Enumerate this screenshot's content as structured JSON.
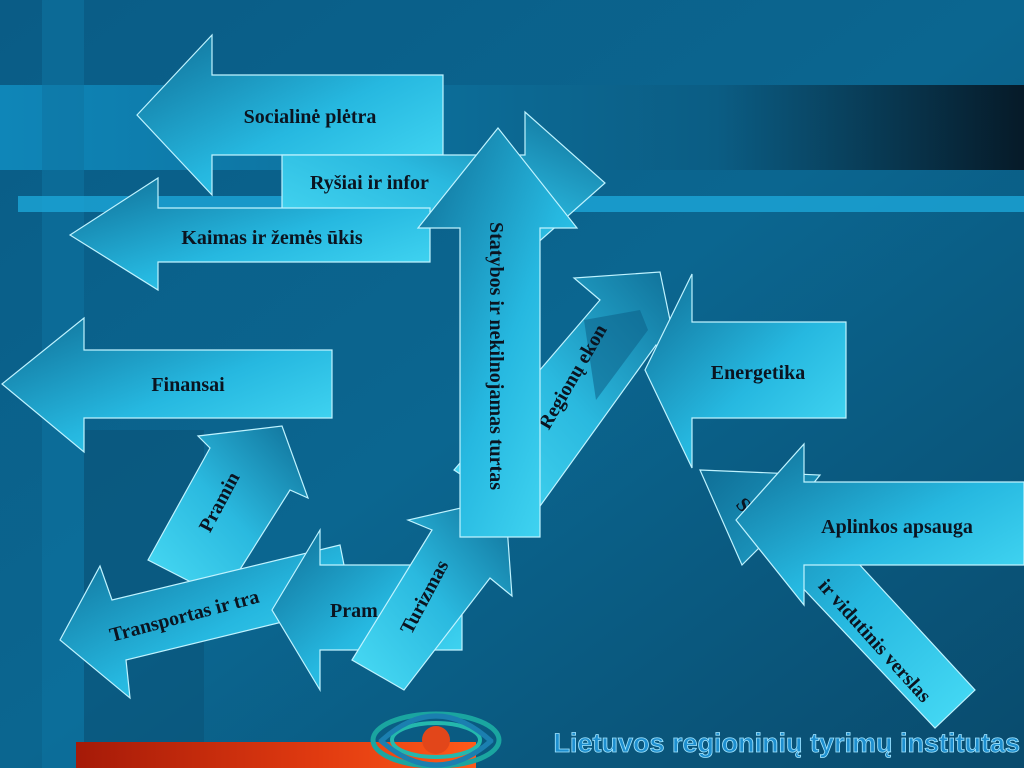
{
  "slide": {
    "background_colors": [
      "#0a5a82",
      "#0e7aa9",
      "#0a2a40"
    ],
    "accent_color": "#29c3e8",
    "arrow_gradient": [
      "#0f6f95",
      "#43d6f3"
    ]
  },
  "diagram": {
    "arrows": [
      {
        "id": "socialine-pletra",
        "label": "Socialinė plėtra"
      },
      {
        "id": "rysiai-ir-informatika",
        "label": "Ryšiai ir infor"
      },
      {
        "id": "kaimas-ir-zemes-ukis",
        "label": "Kaimas ir žemės ūkis"
      },
      {
        "id": "finansai",
        "label": "Finansai"
      },
      {
        "id": "pramine",
        "label": "Pramin"
      },
      {
        "id": "transportas",
        "label": "Transportas ir tra"
      },
      {
        "id": "pramone",
        "label": "Pram"
      },
      {
        "id": "turizmas",
        "label": "Turizmas"
      },
      {
        "id": "statybos",
        "label": "Statybos ir nekilnojamas turtas"
      },
      {
        "id": "regionu-ekonomika",
        "label": "Regionų ekon"
      },
      {
        "id": "energetika",
        "label": "Energetika"
      },
      {
        "id": "smulkus-verslas",
        "label": "ir vidutinis verslas"
      },
      {
        "id": "smulkus-verslas-prefix",
        "label": "S"
      },
      {
        "id": "aplinkos-apsauga",
        "label": "Aplinkos apsauga"
      }
    ]
  },
  "footer": {
    "institute_name": "Lietuvos regioninių tyrimų institutas",
    "logo_icon": "institute-logo-icon"
  }
}
